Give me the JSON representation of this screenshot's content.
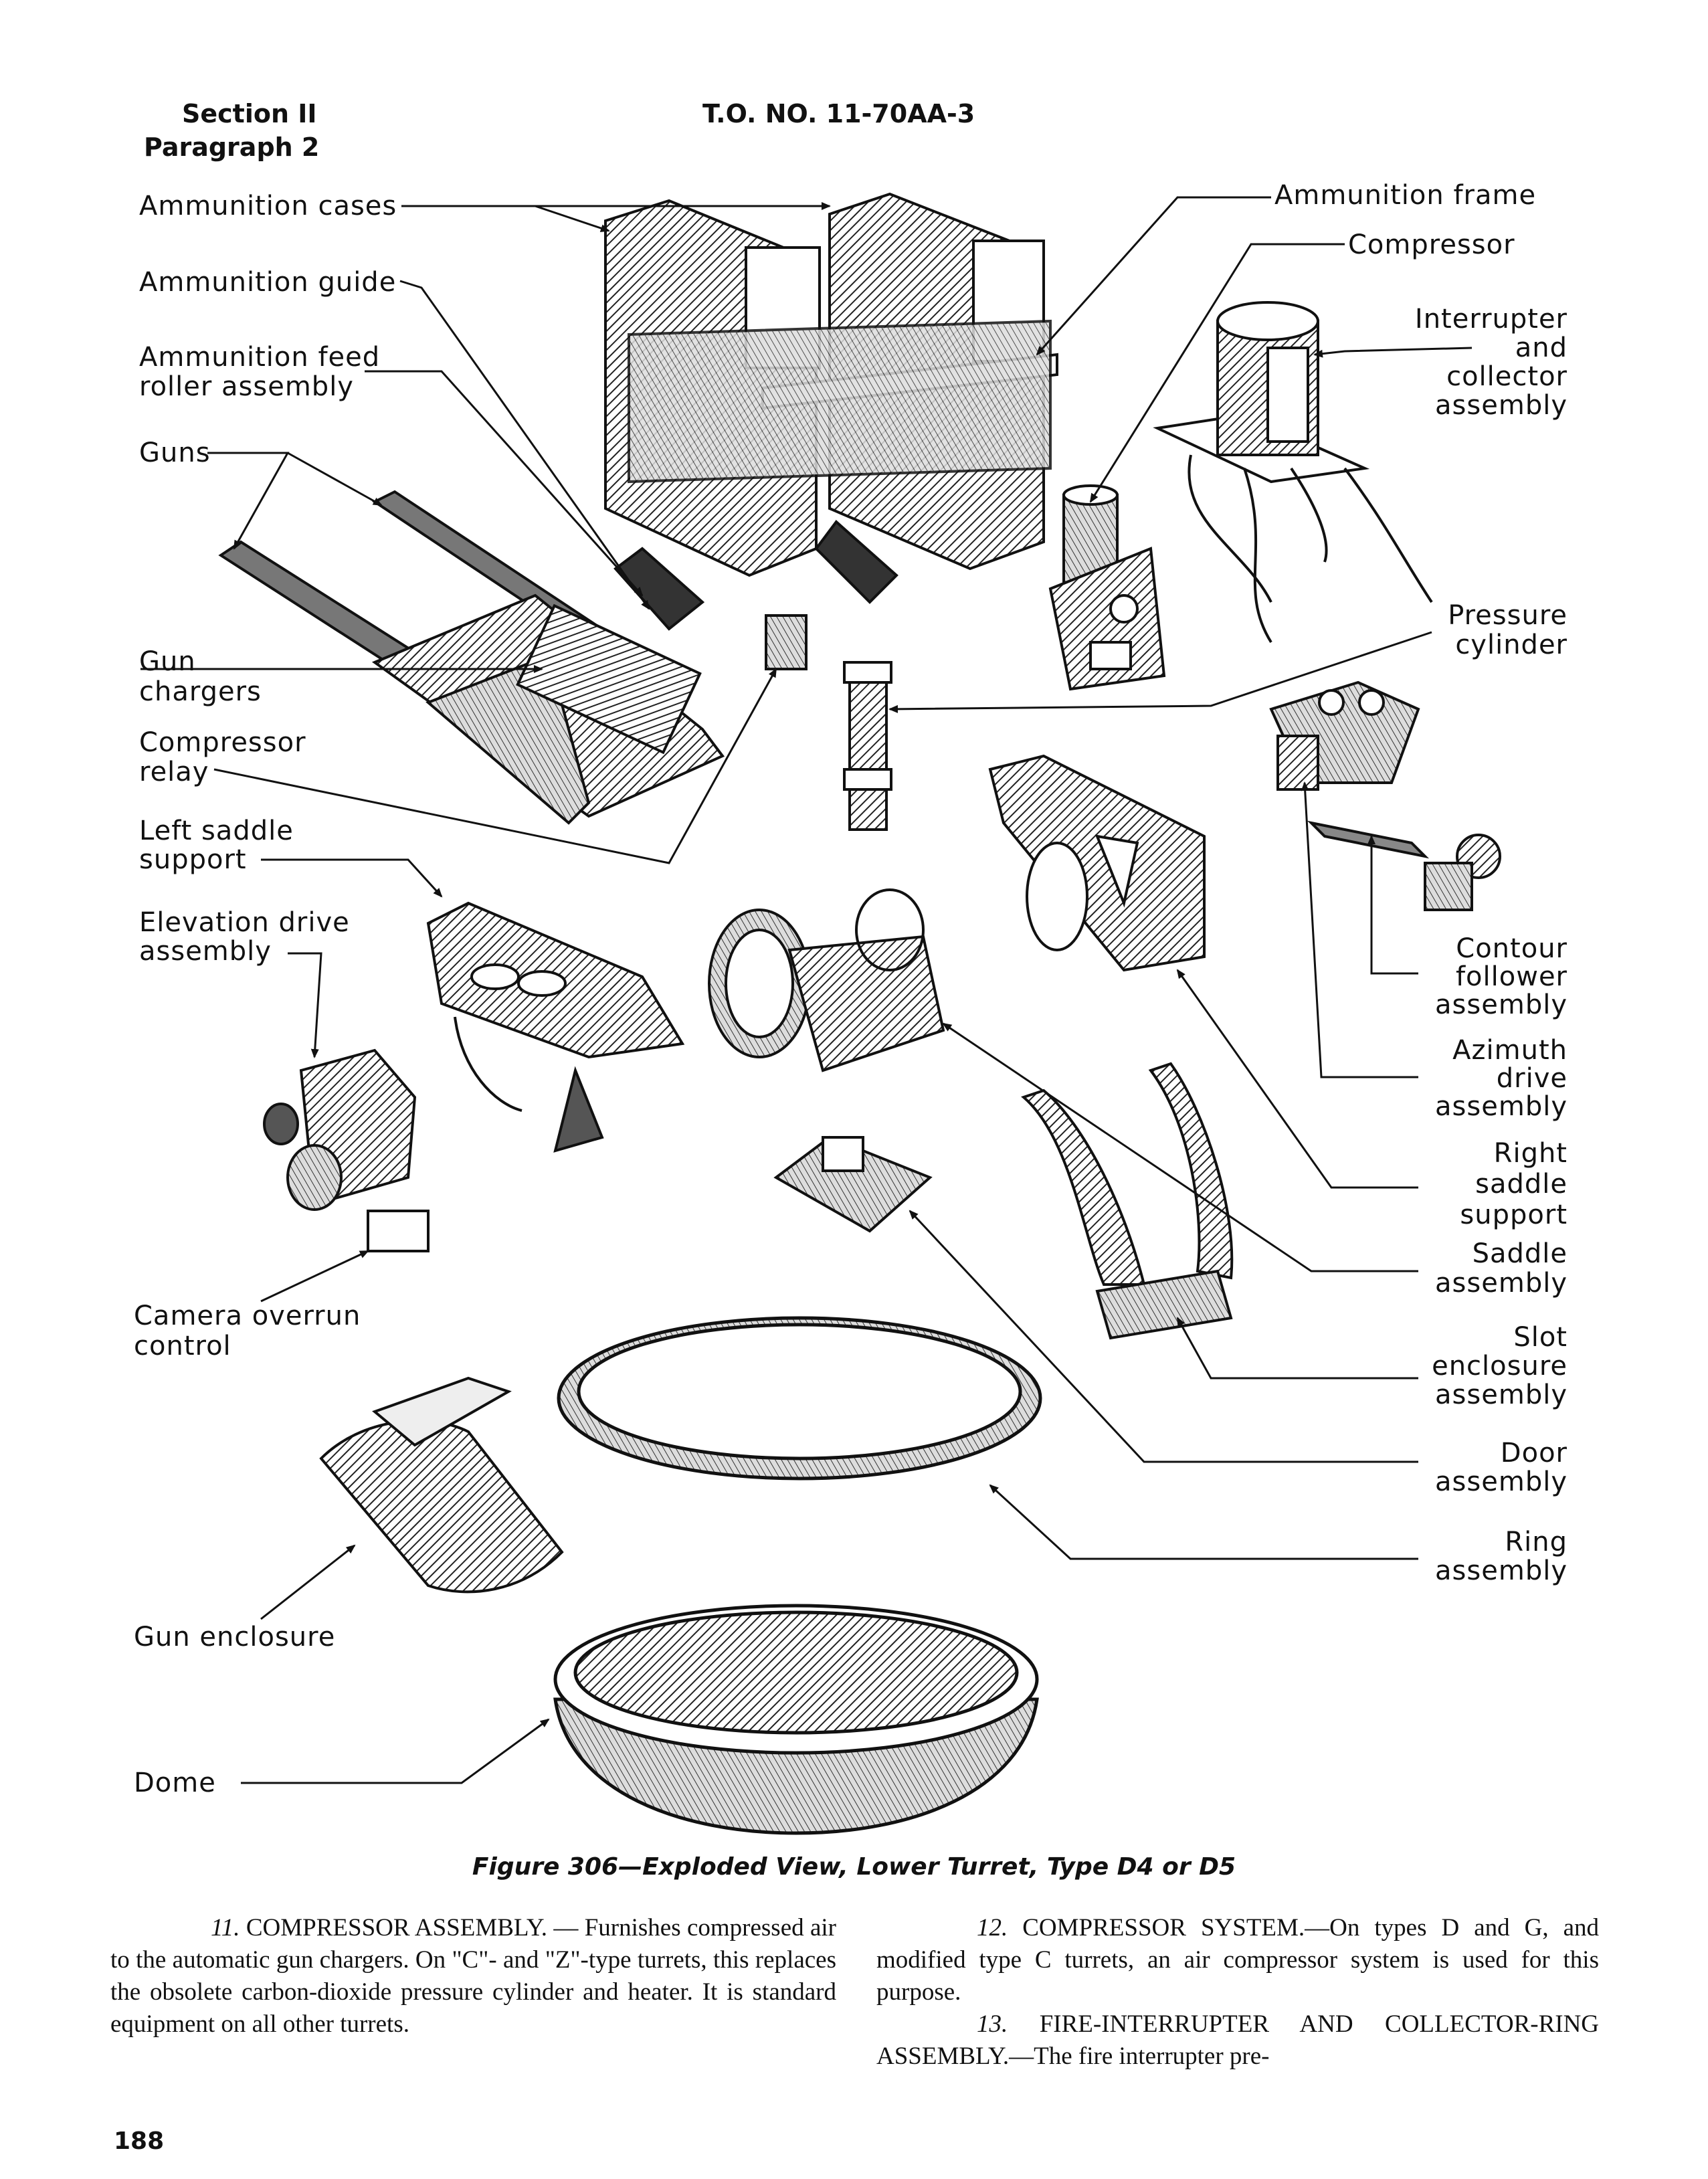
{
  "header": {
    "section": "Section II",
    "paragraph": "Paragraph 2",
    "to_number": "T.O. NO. 11-70AA-3"
  },
  "figure": {
    "labels": {
      "ammunition_cases": "Ammunition cases",
      "ammunition_guide": "Ammunition guide",
      "ammunition_feed_1": "Ammunition feed",
      "ammunition_feed_2": "roller assembly",
      "guns": "Guns",
      "gun_chargers_1": "Gun",
      "gun_chargers_2": "chargers",
      "compressor_relay_1": "Compressor",
      "compressor_relay_2": "relay",
      "left_saddle_1": "Left saddle",
      "left_saddle_2": "support",
      "elevation_drive_1": "Elevation drive",
      "elevation_drive_2": "assembly",
      "camera_overrun_1": "Camera overrun",
      "camera_overrun_2": "control",
      "gun_enclosure": "Gun enclosure",
      "dome": "Dome",
      "ammunition_frame": "Ammunition frame",
      "compressor": "Compressor",
      "interrupter_1": "Interrupter",
      "interrupter_2": "and",
      "interrupter_3": "collector",
      "interrupter_4": "assembly",
      "pressure_cylinder_1": "Pressure",
      "pressure_cylinder_2": "cylinder",
      "contour_follower_1": "Contour",
      "contour_follower_2": "follower",
      "contour_follower_3": "assembly",
      "azimuth_drive_1": "Azimuth",
      "azimuth_drive_2": "drive",
      "azimuth_drive_3": "assembly",
      "right_saddle_1": "Right",
      "right_saddle_2": "saddle",
      "right_saddle_3": "support",
      "saddle_assembly_1": "Saddle",
      "saddle_assembly_2": "assembly",
      "slot_enclosure_1": "Slot",
      "slot_enclosure_2": "enclosure",
      "slot_enclosure_3": "assembly",
      "door_assembly_1": "Door",
      "door_assembly_2": "assembly",
      "ring_assembly_1": "Ring",
      "ring_assembly_2": "assembly"
    },
    "caption": "Figure 306—Exploded View, Lower Turret, Type D4 or D5"
  },
  "body": {
    "p11_num": "11.",
    "p11_text": "COMPRESSOR ASSEMBLY. — Furnishes compressed air to the automatic gun chargers. On \"C\"- and \"Z\"-type turrets, this replaces the obsolete carbon-dioxide pressure cylinder and heater. It is standard equipment on all other turrets.",
    "p12_num": "12.",
    "p12_text": "COMPRESSOR SYSTEM.—On types D and G, and modified type C turrets, an air compressor system is used for this purpose.",
    "p13_num": "13.",
    "p13_text": "FIRE-INTERRUPTER AND COLLECTOR-RING ASSEMBLY.—The fire interrupter pre-"
  },
  "page_number": "188"
}
